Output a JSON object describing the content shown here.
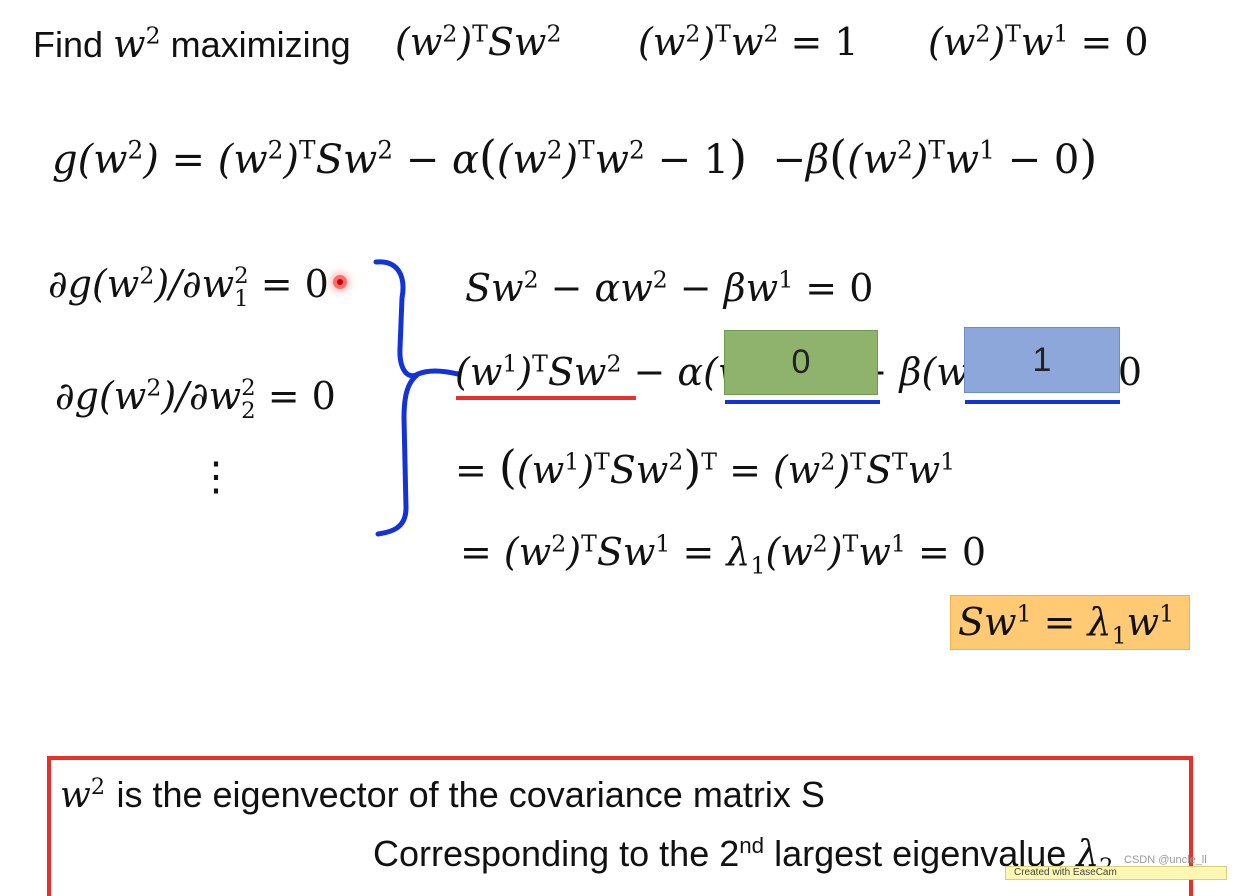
{
  "header": {
    "find_label": "Find",
    "maximizing_label": "maximizing",
    "var": "w",
    "sup_2": "2",
    "sup_1": "1",
    "sup_T": "T",
    "S": "S",
    "eq_one": "= 1",
    "eq_zero": "= 0"
  },
  "g_def": {
    "g": "g",
    "alpha": "α",
    "beta": "β",
    "minus_one": "− 1",
    "minus_zero": "− 0"
  },
  "derivatives": {
    "d": "∂g",
    "w": "w",
    "sub_1": "1",
    "sub_2": "2",
    "eq_zero": "= 0",
    "vdots": "⋮"
  },
  "equations": {
    "lambda": "λ",
    "sub_1": "1",
    "S_T": "T"
  },
  "covers": {
    "zero": "0",
    "one": "1"
  },
  "highlight_colors": {
    "green": "#8fb36c",
    "blue": "#8ea7da",
    "orange": "#ffca73",
    "red": "#e8302a",
    "brace_blue": "#1433d6"
  },
  "conclusion": {
    "line1_text": "is the eigenvector of the covariance matrix S",
    "line2_prefix": "Corresponding to the 2",
    "line2_sup": "nd",
    "line2_suffix": "largest eigenvalue",
    "lambda": "λ",
    "lambda_sub": "2"
  },
  "watermark": "CSDN @uncle_ll",
  "badge_text": "Created with EaseCam"
}
